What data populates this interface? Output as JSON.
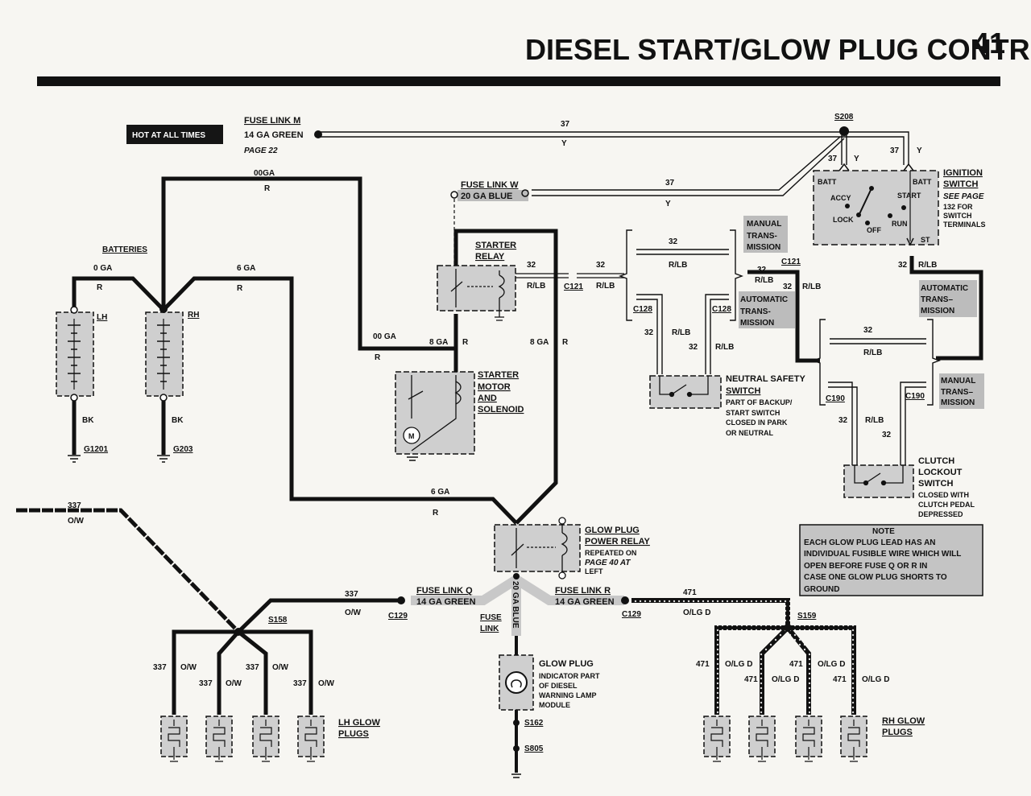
{
  "header": {
    "title": "DIESEL START/GLOW PLUG CONTROL",
    "page_number": "41"
  },
  "hot_badge": "HOT AT ALL TIMES",
  "fuse_m": {
    "name": "FUSE LINK M",
    "gauge": "14 GA GREEN",
    "page": "PAGE 22"
  },
  "wire_37": "37",
  "color_y": "Y",
  "splice_s208": "S208",
  "ignition": {
    "title1": "IGNITION",
    "title2": "SWITCH",
    "see1": "SEE PAGE",
    "see2": "132 FOR",
    "see3": "SWITCH",
    "see4": "TERMINALS",
    "batt": "BATT",
    "accy": "ACCY",
    "start": "START",
    "lock": "LOCK",
    "off": "OFF",
    "run": "RUN",
    "st": "ST"
  },
  "fuse_w": {
    "name": "FUSE LINK W",
    "gauge": "20 GA BLUE"
  },
  "batteries": {
    "label": "BATTERIES",
    "lh": "LH",
    "rh": "RH",
    "gauge0": "0 GA",
    "gauge00": "00GA",
    "gauge00b": "00 GA",
    "gauge6": "6 GA",
    "color_r": "R",
    "color_bk": "BK",
    "g1201": "G1201",
    "g203": "G203"
  },
  "starter_relay": {
    "line1": "STARTER",
    "line2": "RELAY"
  },
  "starter_motor": {
    "line1": "STARTER",
    "line2": "MOTOR",
    "line3": "AND",
    "line4": "SOLENOID",
    "m": "M"
  },
  "gauge8": "8 GA",
  "wire_32": "32",
  "color_rlb": "R/LB",
  "c121": "C121",
  "c128": "C128",
  "c190": "C190",
  "c129": "C129",
  "manual_trans": {
    "l1": "MANUAL",
    "l2": "TRANS-",
    "l3": "MISSION"
  },
  "auto_trans": {
    "l1": "AUTOMATIC",
    "l2": "TRANS-",
    "l3": "MISSION"
  },
  "auto_trans_r": {
    "l1": "AUTOMATIC",
    "l2": "TRANS–",
    "l3": "MISSION"
  },
  "manual_trans_r": {
    "l1": "MANUAL",
    "l2": "TRANS–",
    "l3": "MISSION"
  },
  "neutral_switch": {
    "l1": "NEUTRAL SAFETY",
    "l2": "SWITCH",
    "l3": "PART OF BACKUP/",
    "l4": "START SWITCH",
    "l5": "CLOSED IN PARK",
    "l6": "OR NEUTRAL"
  },
  "clutch_switch": {
    "l1": "CLUTCH",
    "l2": "LOCKOUT",
    "l3": "SWITCH",
    "l4": "CLOSED WITH",
    "l5": "CLUTCH PEDAL",
    "l6": "DEPRESSED"
  },
  "glow_relay": {
    "l1": "GLOW PLUG",
    "l2": "POWER RELAY",
    "l3": "REPEATED ON",
    "l4": "PAGE 40 AT",
    "l5": "LEFT"
  },
  "note": {
    "title": "NOTE",
    "l1": "EACH GLOW PLUG LEAD HAS AN",
    "l2": "INDIVIDUAL FUSIBLE WIRE WHICH WILL",
    "l3": "OPEN BEFORE FUSE Q OR R IN",
    "l4": "CASE ONE GLOW PLUG SHORTS TO",
    "l5": "GROUND"
  },
  "wire_337": "337",
  "color_ow": "O/W",
  "wire_471": "471",
  "color_olgd": "O/LG D",
  "fuse_q": {
    "name": "FUSE LINK Q",
    "gauge": "14 GA GREEN"
  },
  "fuse_r": {
    "name": "FUSE LINK R",
    "gauge": "14 GA GREEN"
  },
  "fuse_link_center": {
    "l1": "FUSE",
    "l2": "LINK",
    "vert": "20 GA BLUE"
  },
  "s158": "S158",
  "s159": "S159",
  "s162": "S162",
  "s805": "S805",
  "glow_lamp": {
    "l1": "GLOW PLUG",
    "l2": "INDICATOR PART",
    "l3": "OF DIESEL",
    "l4": "WARNING LAMP",
    "l5": "MODULE"
  },
  "lh_plugs": {
    "l1": "LH GLOW",
    "l2": "PLUGS"
  },
  "rh_plugs": {
    "l1": "RH GLOW",
    "l2": "PLUGS"
  }
}
